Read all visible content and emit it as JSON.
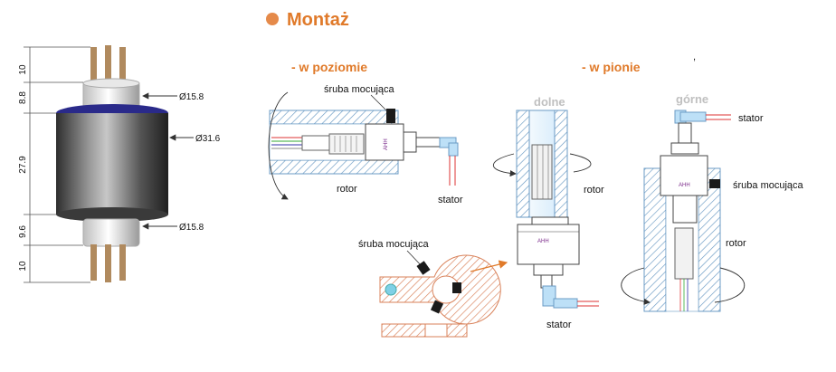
{
  "title": "Montaż",
  "accent_color": "#e07a2a",
  "sections": {
    "horizontal": "- w poziomie",
    "vertical": "- w pionie",
    "bottom_mount": "dolne",
    "top_mount": "górne"
  },
  "dimensions": {
    "d1": "Ø15.8",
    "d2": "Ø31.6",
    "d3": "Ø15.8",
    "l1": "10",
    "l2": "8.8",
    "l3": "27.9",
    "l4": "9.6",
    "l5": "10"
  },
  "labels": {
    "screw": "śruba mocująca",
    "rotor": "rotor",
    "stator": "stator"
  },
  "mark_text": "AHH"
}
